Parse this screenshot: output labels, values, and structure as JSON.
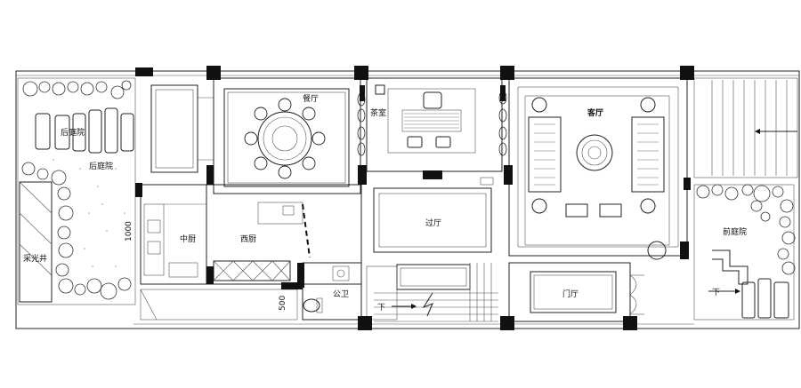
{
  "rooms": {
    "back_courtyard_upper": "后庭院",
    "back_courtyard": "后庭院",
    "lightwell": "采光井",
    "chinese_kitchen": "中厨",
    "western_kitchen": "西厨",
    "dining": "餐厅",
    "tea_room": "茶室",
    "hall": "过厅",
    "living": "客厅",
    "powder_room": "公卫",
    "foyer": "门厅",
    "front_courtyard": "前庭院"
  },
  "annotations": {
    "down_left": "下",
    "down_right": "下",
    "dim_a": "1000",
    "dim_b": "500"
  }
}
